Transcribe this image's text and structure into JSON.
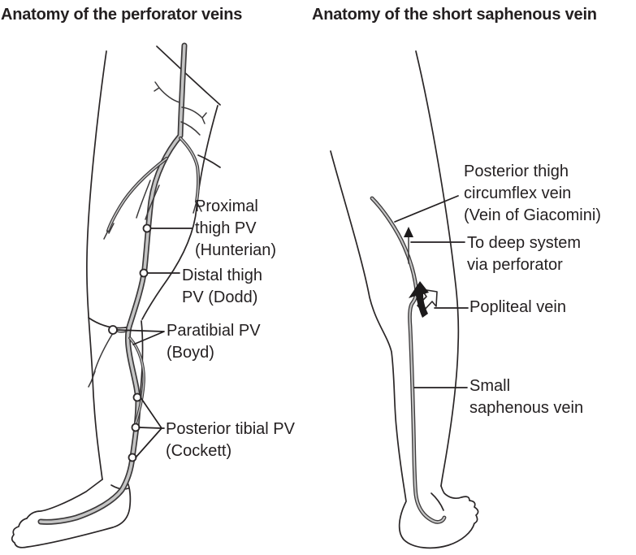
{
  "panels": {
    "perforator": {
      "title": "Anatomy of the perforator veins",
      "labels": {
        "hunterian": "Proximal\nthigh PV\n(Hunterian)",
        "dodd": "Distal thigh\nPV (Dodd)",
        "boyd": "Paratibial PV\n(Boyd)",
        "cockett": "Posterior tibial PV\n(Cockett)"
      }
    },
    "saphenous": {
      "title": "Anatomy of the short saphenous vein",
      "labels": {
        "giacomini": "Posterior thigh\ncircumflex vein\n(Vein of Giacomini)",
        "deep_system": "To deep system\nvia perforator",
        "popliteal": "Popliteal vein",
        "small_saphenous": "Small\nsaphenous vein"
      }
    }
  },
  "colors": {
    "ink": "#231f20",
    "vein_edge": "#3c3a3b",
    "vein_fill": "#c4c4c4",
    "background": "#ffffff"
  }
}
